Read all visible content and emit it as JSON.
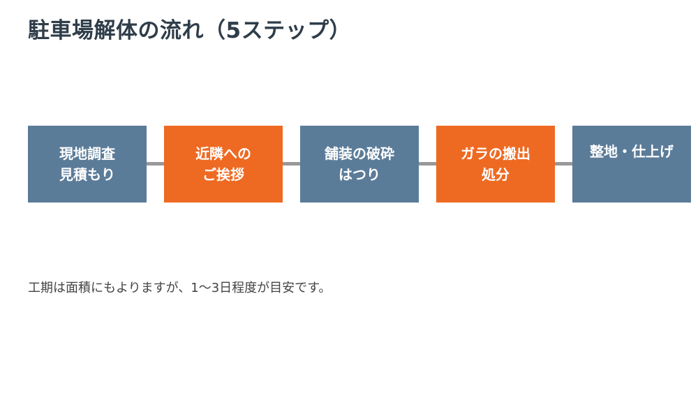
{
  "title": "駐車場解体の流れ（5ステップ）",
  "steps": [
    {
      "line1": "現地調査",
      "line2": "見積もり",
      "color": "#5b7c99"
    },
    {
      "line1": "近隣への",
      "line2": "ご挨拶",
      "color": "#ee6a22"
    },
    {
      "line1": "舗装の破砕",
      "line2": "はつり",
      "color": "#5b7c99"
    },
    {
      "line1": "ガラの搬出",
      "line2": "処分",
      "color": "#ee6a22"
    },
    {
      "line1": "整地・仕上げ",
      "line2": "",
      "color": "#5b7c99"
    }
  ],
  "connector_color": "#999999",
  "note": "工期は面積にもよりますが、1〜3日程度が目安です。"
}
